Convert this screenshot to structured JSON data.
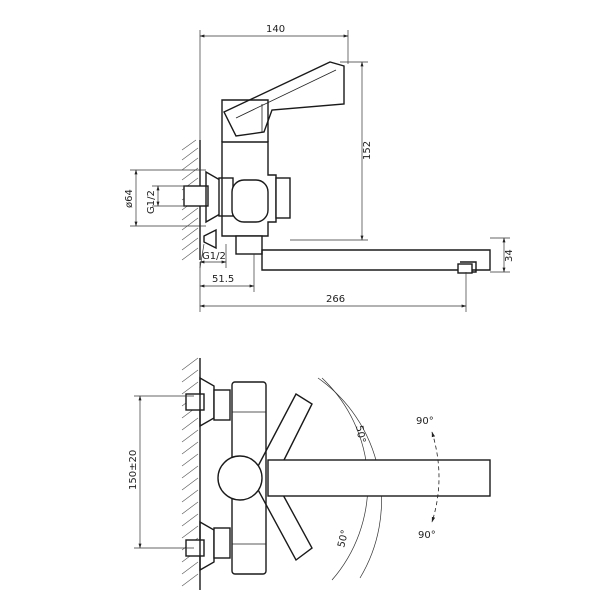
{
  "top_view": {
    "width_140": "140",
    "height_152": "152",
    "diameter_64": "ø64",
    "thread_left": "G1/2",
    "thread_bottom": "G1/2",
    "offset_51_5": "51.5",
    "length_266": "266",
    "spout_34": "34"
  },
  "bottom_view": {
    "centers": "150±20",
    "angle_top": "50°",
    "angle_bottom": "50°",
    "spout_angle_top": "90°",
    "spout_angle_bottom": "90°"
  }
}
